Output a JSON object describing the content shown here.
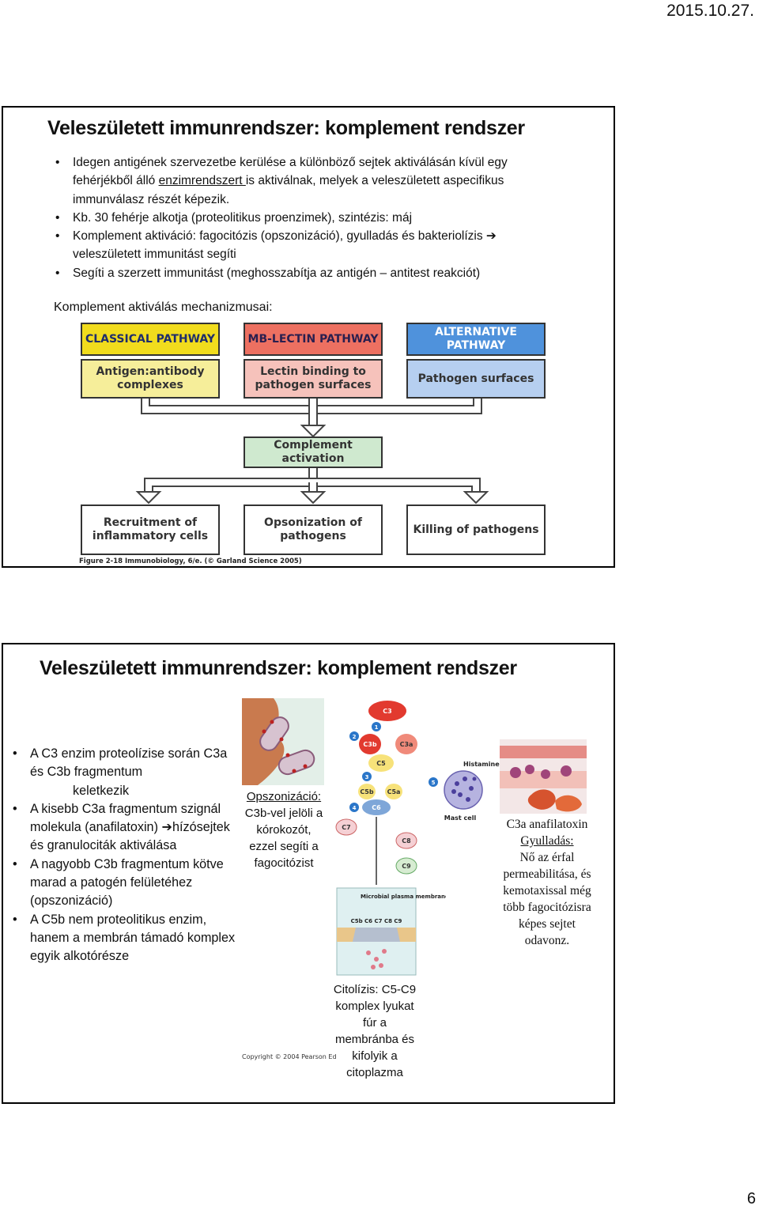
{
  "header": {
    "date": "2015.10.27."
  },
  "footer": {
    "page_number": "6"
  },
  "slide1": {
    "title": "Veleszületett immunrendszer: komplement rendszer",
    "bullet1_a": "Idegen antigének szervezetbe kerülése a különböző sejtek aktiválásán kívül egy fehérjékből álló ",
    "bullet1_u": "enzimrendszert ",
    "bullet1_b": "is aktiválnak, melyek a veleszületett aspecifikus immunválasz részét képezik.",
    "bullet2": "Kb. 30 fehérje alkotja (proteolitikus proenzimek), szintézis: máj",
    "bullet3": "Komplement aktiváció: fagocitózis (opszonizáció), gyulladás és bakteriolízis ➔ veleszületett immunitást segíti",
    "bullet4": "Segíti a szerzett immunitást (meghosszabítja az antigén – antitest reakciót)",
    "mechanisms_label": "Komplement aktiválás mechanizmusai:",
    "diagram": {
      "classical_header": "CLASSICAL PATHWAY",
      "classical_body": "Antigen:antibody complexes",
      "lectin_header": "MB-LECTIN PATHWAY",
      "lectin_body": "Lectin binding to pathogen surfaces",
      "alt_header": "ALTERNATIVE PATHWAY",
      "alt_body": "Pathogen surfaces",
      "activation": "Complement activation",
      "outcome1": "Recruitment of inflammatory cells",
      "outcome2": "Opsonization of pathogens",
      "outcome3": "Killing of pathogens",
      "figure_caption": "Figure 2-18 Immunobiology, 6/e. (© Garland Science 2005)"
    }
  },
  "slide2": {
    "title": "Veleszületett immunrendszer: komplement rendszer",
    "bullet1": "A C3 enzim proteolízise során C3a és C3b fragmentum",
    "bullet1_cont": "keletkezik",
    "bullet2": "A kisebb C3a fragmentum szignál molekula (anafilatoxin) ➔hízósejtek és granulociták aktiválása",
    "bullet3": "A nagyobb C3b fragmentum kötve marad a patogén felületéhez (opszonizáció)",
    "bullet4": "A C5b nem proteolitikus enzim, hanem a membrán támadó komplex egyik alkotórésze",
    "opson_title": "Opszonizáció:",
    "opson_text": "C3b-vel jelöli a kórokozót, ezzel segíti a fagocitózist",
    "cyto_text": "Citolízis: C5-C9 komplex lyukat fúr a membránba és kifolyik a citoplazma",
    "c3a_title": "C3a anafilatoxin",
    "c3a_sub": "Gyulladás:",
    "c3a_text": "Nő az érfal permeabilitása, és kemotaxissal még több fagocitózisra képes sejtet odavonz.",
    "fig_labels": {
      "c3": "C3",
      "c3b": "C3b",
      "c3a": "C3a",
      "c5": "C5",
      "c5b": "C5b",
      "c5a": "C5a",
      "c6": "C6",
      "c7": "C7",
      "c8": "C8",
      "c9": "C9",
      "histamine": "Histamine",
      "mast_cell": "Mast cell",
      "membrane": "Microbial plasma membrane",
      "complex": "C5b C6 C7 C8 C9",
      "n1": "1",
      "n2": "2",
      "n3": "3",
      "n4": "4",
      "n5": "5"
    },
    "copyright": "Copyright © 2004 Pearson Ed"
  }
}
